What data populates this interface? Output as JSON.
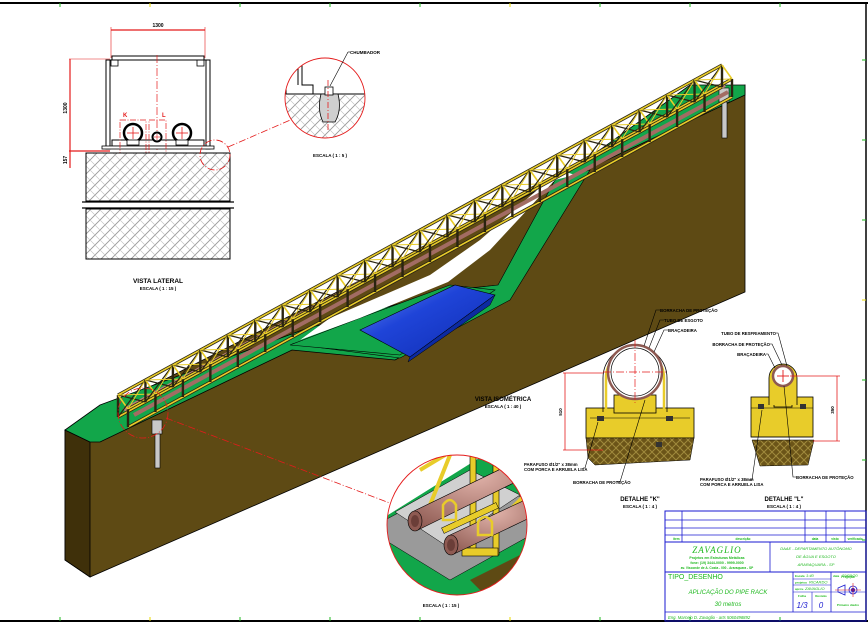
{
  "drawing": {
    "lateral_view": {
      "width_dim": "1300",
      "height_dim": "1300",
      "base_dim": "157",
      "detail_k_marker": "K",
      "detail_l_marker": "L",
      "title": "VISTA LATERAL",
      "scale": "ESCALA ( 1 : 15 )"
    },
    "anchor_detail": {
      "callout": "CHUMBADOR",
      "scale": "ESCALA ( 1 : 5 )"
    },
    "isometric_view": {
      "title": "VISTA ISOMÉTRICA",
      "scale": "ESCALA ( 1 : 40 )"
    },
    "zoom_detail": {
      "scale": "ESCALA ( 1 : 15 )"
    },
    "detail_k": {
      "title": "DETALHE \"K\"",
      "scale": "ESCALA ( 1 : 4 )",
      "dim": "510",
      "callouts": [
        "BORRACHA DE PROTEÇÃO",
        "TUBO DE ESGOTO",
        "BRAÇADEIRA"
      ],
      "bolt_line1": "PARAFUSO Ø1/2\" x 38mm",
      "bolt_line2": "COM PORCA E ARRUELA LISA",
      "bottom_callout": "BORRACHA DE PROTEÇÃO"
    },
    "detail_l": {
      "title": "DETALHE \"L\"",
      "scale": "ESCALA ( 1 : 4 )",
      "dim": "350",
      "callouts": [
        "TUBO DE RESFRIAMENTO",
        "BORRACHA DE PROTEÇÃO",
        "BRAÇADEIRA"
      ],
      "bolt_line1": "PARAFUSO Ø1/2\" x 38mm",
      "bolt_line2": "COM PORCA E ARRUELA LISA",
      "bottom_callout": "BORRACHA DE PROTEÇÃO"
    }
  },
  "title_block": {
    "revision_headers": [
      "item",
      "descrição",
      "data",
      "visto",
      "verificado"
    ],
    "company": "ZAVAGLIO",
    "company_line1": "Projetos em Estruturas Metálicas",
    "company_line2": "fone: (19) 3444-0000 - 9999-0000",
    "company_line3": "av. Visconde de A. Costa - 000 - Araraquara - SP",
    "client_line1": "DAAE - DEPARTAMENTO AUTÔNOMO",
    "client_line2": "DE ÁGUA E ESGOTO",
    "client_line3": "ARARAQUARA - SP",
    "doc_type": "TIPO_DESENHO",
    "description": "APLICAÇÃO DO PIPE RACK",
    "length": "30 metros",
    "scale_label": "Escala",
    "scale_value": "1:40",
    "date_label": "data",
    "date_value": "29/05/20",
    "drawn_label": "projetou",
    "drawn_value": "RICARDO",
    "checked_label": "aprov.",
    "checked_value": "ZAVAGLIO",
    "sheet_label": "Folha",
    "sheet_value": "1/3",
    "revision_label": "Revisão",
    "revision_value": "0",
    "projection_label": "Projeção",
    "projection_sub": "Primeiro diedro",
    "engineer": "Eng. Marcelo D. Zavaglio - arts 5060498892"
  },
  "colors": {
    "ground_green": "#12a64a",
    "soil_brown": "#5e4a14",
    "water_blue": "#1a3fd0",
    "truss_yellow": "#e8cc2a",
    "pipe_pink": "#b98078",
    "dimension_red": "#e41b1b",
    "titleblock_blue": "#1a1ad0",
    "titleblock_green": "#1fb81f"
  }
}
